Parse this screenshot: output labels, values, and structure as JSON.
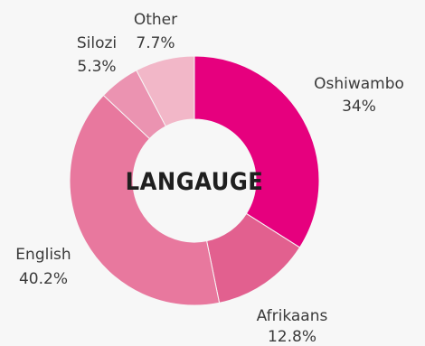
{
  "chart_data": {
    "type": "pie",
    "variant": "donut",
    "center_label": "LANGAUGE",
    "slices": [
      {
        "label": "Oshiwambo",
        "value": 34,
        "value_label": "34%",
        "color": "#e6007e"
      },
      {
        "label": "Afrikaans",
        "value": 12.8,
        "value_label": "12.8%",
        "color": "#e2608f"
      },
      {
        "label": "English",
        "value": 40.2,
        "value_label": "40.2%",
        "color": "#e8789e"
      },
      {
        "label": "Silozi",
        "value": 5.3,
        "value_label": "5.3%",
        "color": "#eb93b1"
      },
      {
        "label": "Other",
        "value": 7.7,
        "value_label": "7.7%",
        "color": "#f2b7c8"
      }
    ]
  }
}
